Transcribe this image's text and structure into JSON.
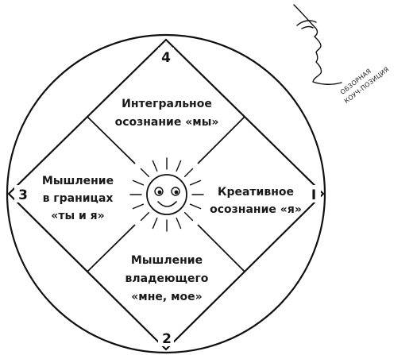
{
  "diagram": {
    "corners": {
      "top": "4",
      "right": "I",
      "bottom": "2",
      "left": "3"
    },
    "quadrants": {
      "top": [
        "Интегральное",
        "осознание «мы»"
      ],
      "right": [
        "Креативное",
        "осознание «я»"
      ],
      "bottom": [
        "Мышление",
        "владеющего",
        "«мне, мое»"
      ],
      "left": [
        "Мышление",
        "в границах",
        "«ты и я»"
      ]
    },
    "observer": {
      "caption_line1": "ОБЗОРНАЯ",
      "caption_line2": "КОУЧ-ПОЗИЦИЯ"
    },
    "center_icon": "smiling-sun-icon",
    "colors": {
      "line": "#111111",
      "background": "#ffffff"
    }
  }
}
